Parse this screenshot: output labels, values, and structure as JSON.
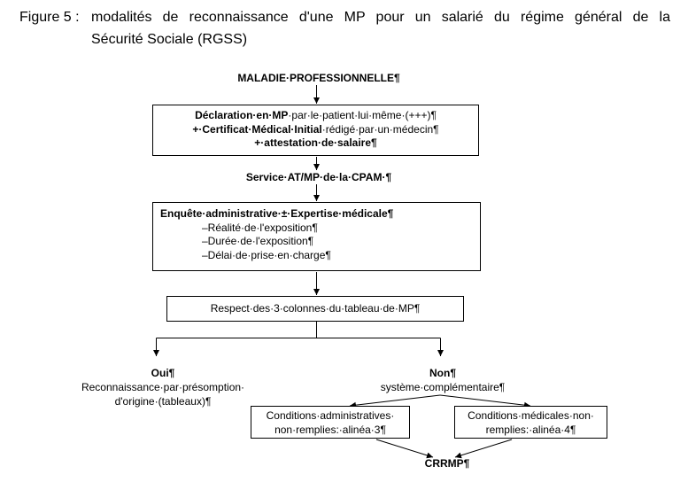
{
  "caption": {
    "label": "Figure 5 :",
    "line1": "modalités de reconnaissance d'une MP pour un salarié du régime général de la",
    "line2": "Sécurité Sociale (RGSS)"
  },
  "flowchart": {
    "start": "MALADIE·PROFESSIONNELLE¶",
    "declaration_box": {
      "line1_bold": "Déclaration·en·MP",
      "line1_rest": "·par·le·patient·lui·même·(+++)¶",
      "line2_bold": "+·Certificat·Médical·Initial",
      "line2_rest": "·rédigé·par·un·médecin¶",
      "line3": "+·attestation·de·salaire¶"
    },
    "service": "Service·AT/MP·de·la·CPAM·¶",
    "enquete_box": {
      "title": "Enquête·administrative·±·Expertise·médicale¶",
      "items": [
        "–Réalité·de·l'exposition¶",
        "–Durée·de·l'exposition¶",
        "–Délai·de·prise·en·charge¶"
      ]
    },
    "respect_box": "Respect·des·3·colonnes·du·tableau·de·MP¶",
    "oui": {
      "label": "Oui¶",
      "line1": "Reconnaissance·par·présomption·",
      "line2": "d'origine·(tableaux)¶"
    },
    "non": {
      "label": "Non¶",
      "line1": "système·complémentaire¶"
    },
    "conditions_admin_box": {
      "line1": "Conditions·administratives·",
      "line2": "non·remplies:·alinéa·3¶"
    },
    "conditions_med_box": {
      "line1": "Conditions·médicales·non·",
      "line2": "remplies:·alinéa·4¶"
    },
    "end": "CRRMP¶"
  }
}
